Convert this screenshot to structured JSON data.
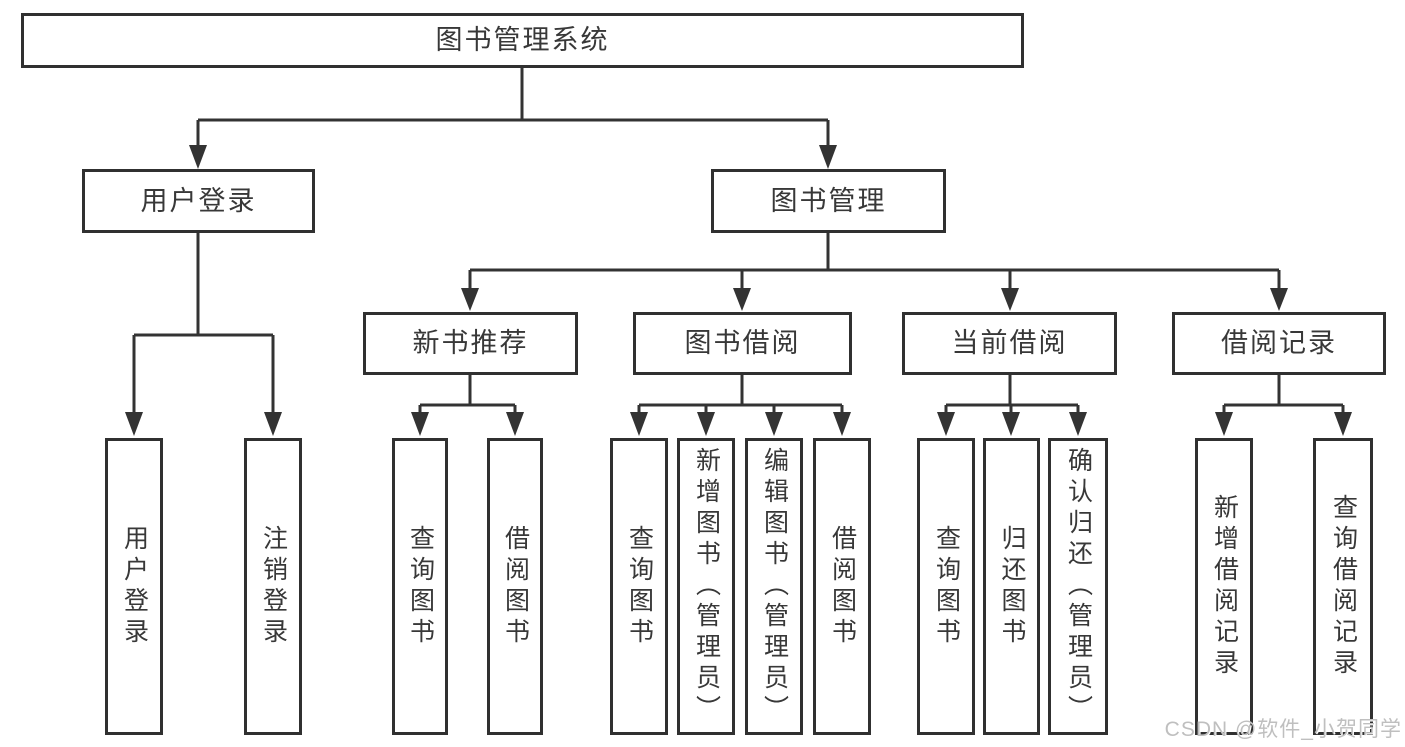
{
  "tree": {
    "label": "图书管理系统",
    "children": [
      {
        "label": "用户登录",
        "children": [
          {
            "label": "用户登录"
          },
          {
            "label": "注销登录"
          }
        ]
      },
      {
        "label": "图书管理",
        "children": [
          {
            "label": "新书推荐",
            "children": [
              {
                "label": "查询图书"
              },
              {
                "label": "借阅图书"
              }
            ]
          },
          {
            "label": "图书借阅",
            "children": [
              {
                "label": "查询图书"
              },
              {
                "label": "新增图书（管理员）"
              },
              {
                "label": "编辑图书（管理员）"
              },
              {
                "label": "借阅图书"
              }
            ]
          },
          {
            "label": "当前借阅",
            "children": [
              {
                "label": "查询图书"
              },
              {
                "label": "归还图书"
              },
              {
                "label": "确认归还（管理员）"
              }
            ]
          },
          {
            "label": "借阅记录",
            "children": [
              {
                "label": "新增借阅记录"
              },
              {
                "label": "查询借阅记录"
              }
            ]
          }
        ]
      }
    ]
  },
  "watermark": {
    "text": "CSDN @软件_小贺同学"
  },
  "colors": {
    "line": "#333333",
    "box_border": "#303030",
    "box_fill": "#ffffff",
    "text": "#383838",
    "watermark": "#bfbfbf"
  }
}
